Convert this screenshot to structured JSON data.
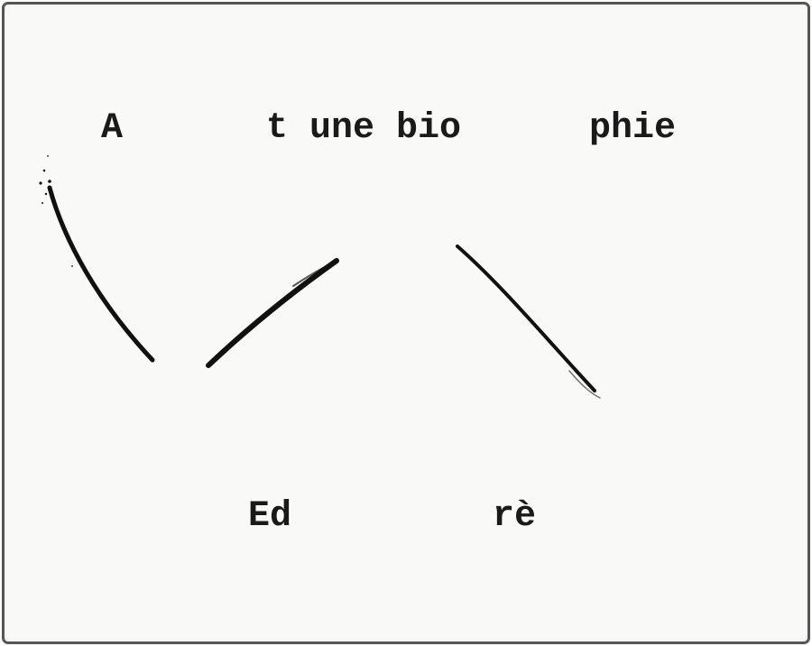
{
  "frame": {
    "border_color": "#555555",
    "background": "#f9f9f8",
    "ink_color": "#111111"
  },
  "fragments": {
    "top_first": "A",
    "top_second": "t une bio",
    "top_third": "phie",
    "bottom_first": "Ed",
    "bottom_second": "rè"
  }
}
